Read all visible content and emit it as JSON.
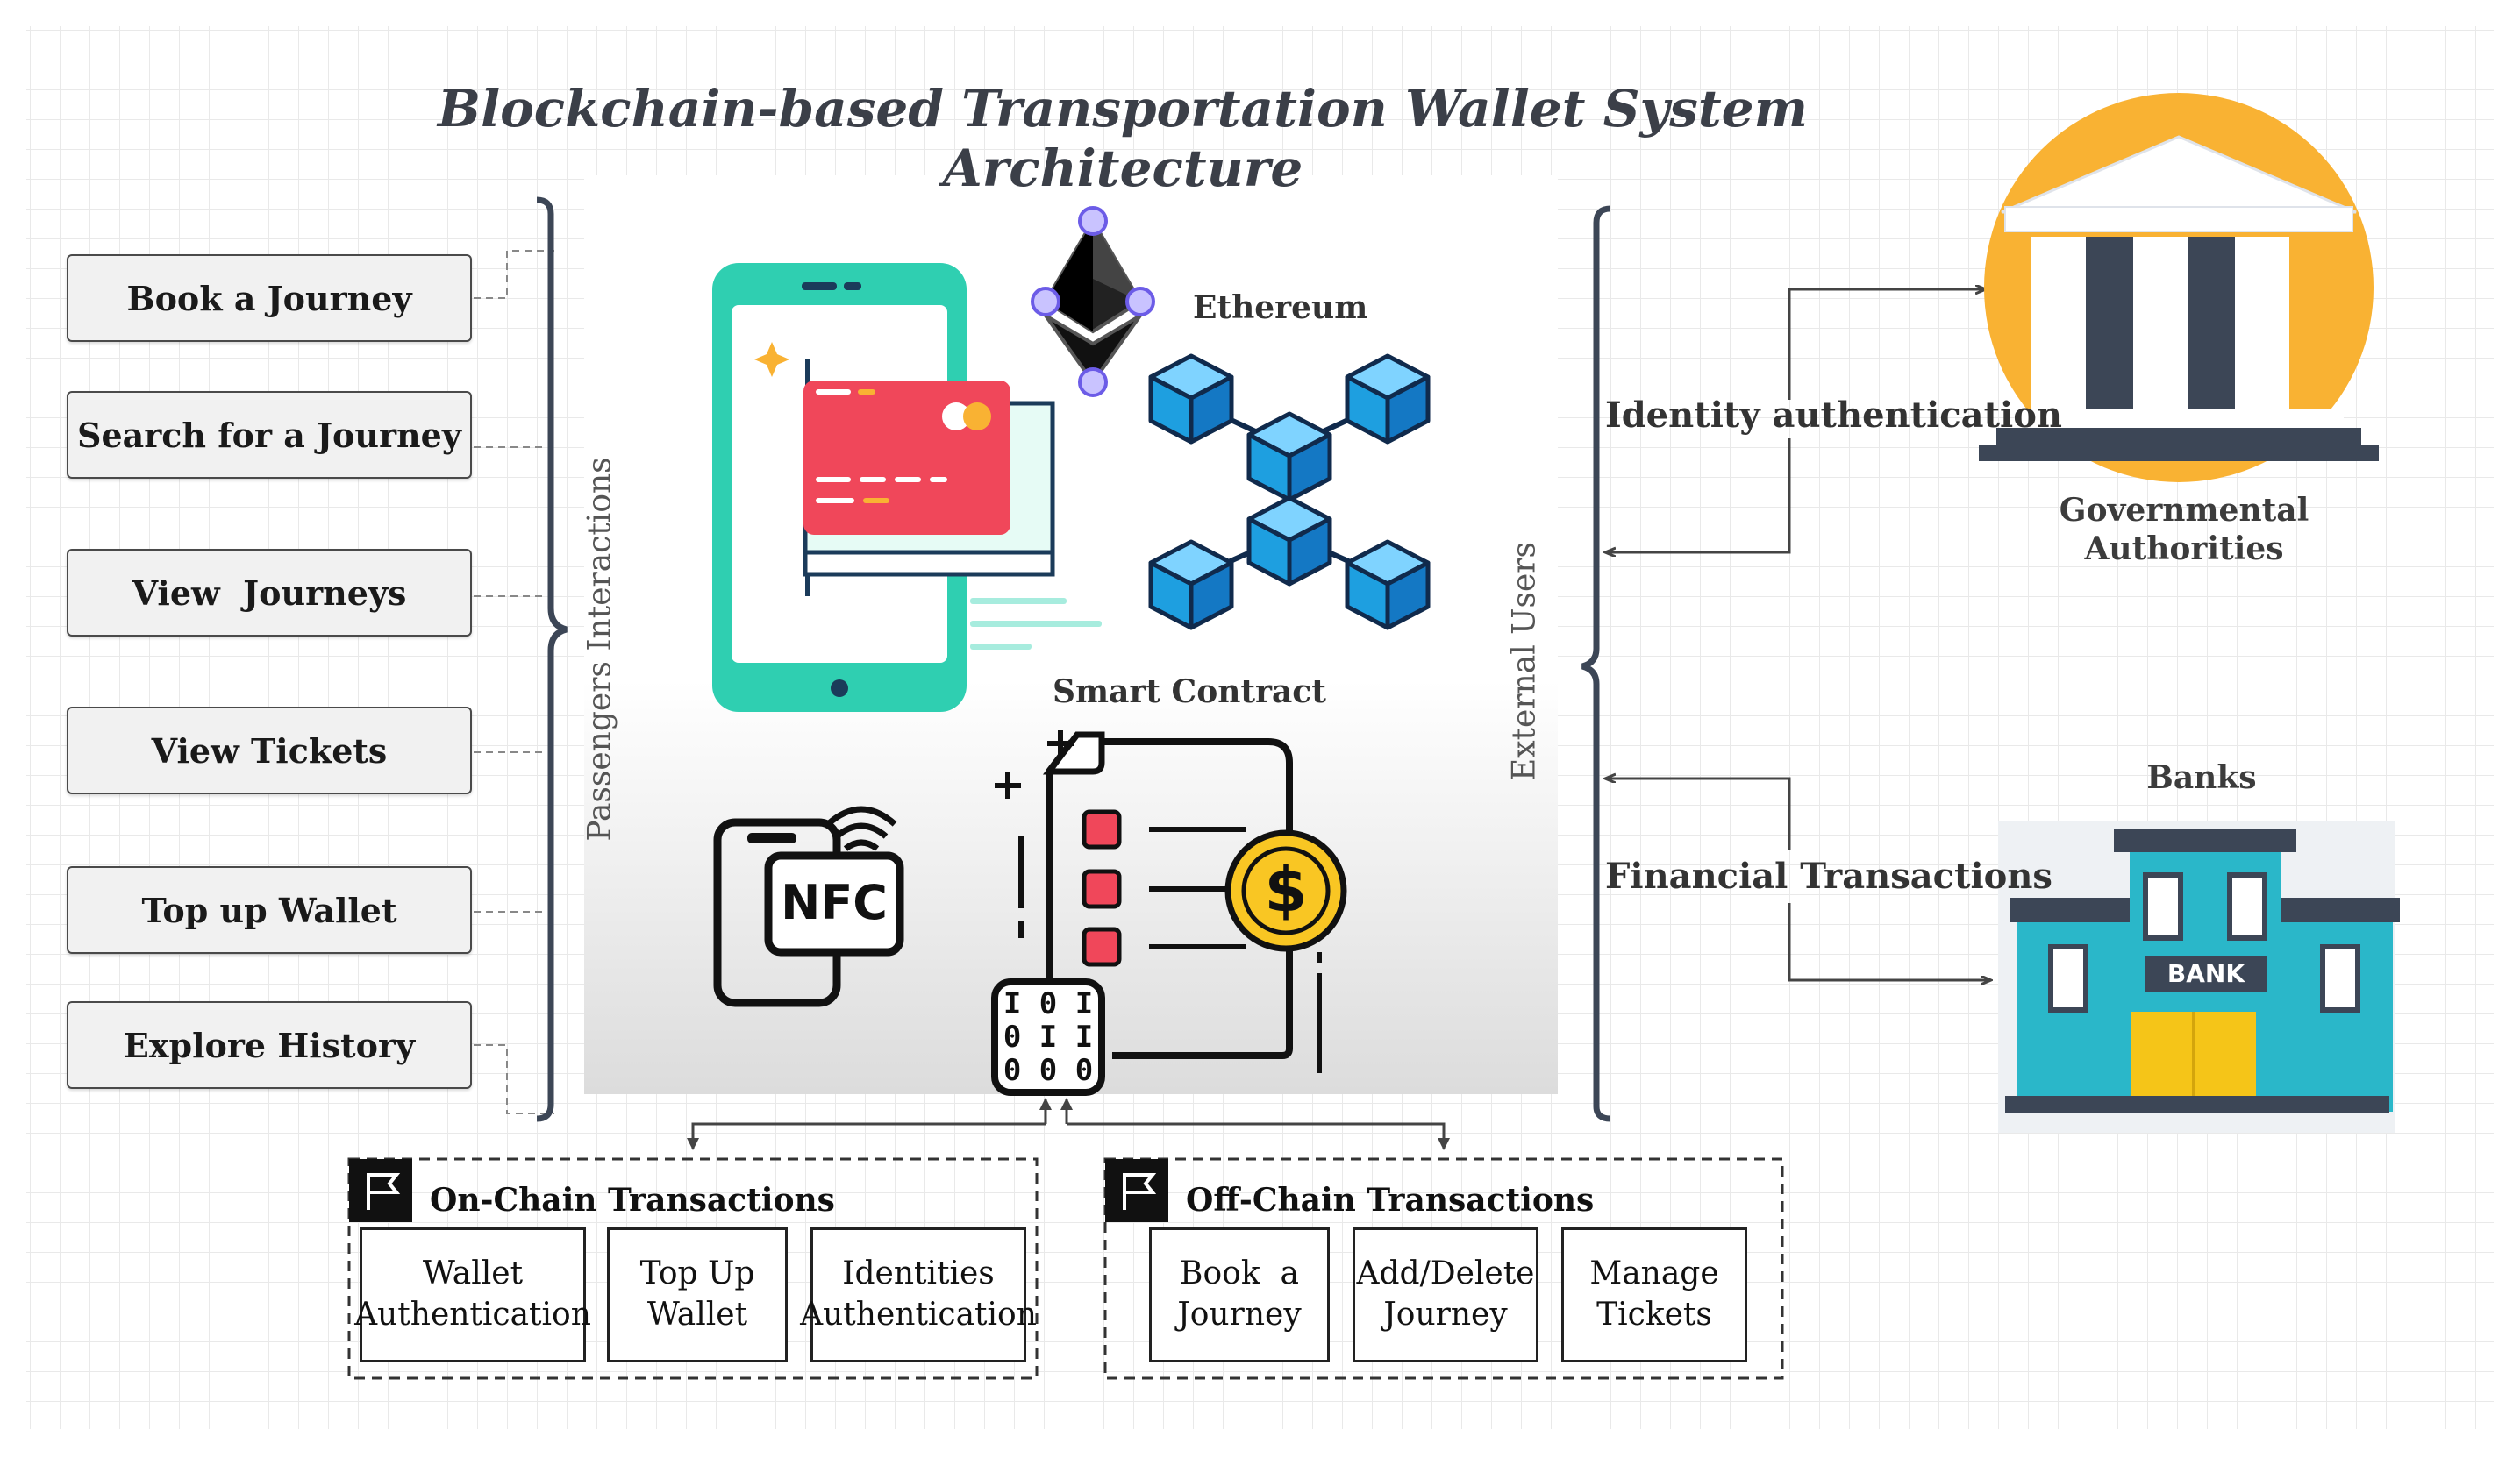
{
  "title": "Blockchain-based Transportation Wallet System Architecture",
  "passenger_actions": [
    "Book a Journey",
    "Search for a Journey",
    "View  Journeys",
    "View Tickets",
    "Top up Wallet",
    "Explore History"
  ],
  "passengers_label": "Passengers Interactions",
  "external_users_label": "External Users",
  "center": {
    "ethereum_label": "Ethereum",
    "smart_contract_label": "Smart Contract",
    "nfc_text": "NFC"
  },
  "identity_label": "Identity authentication",
  "financial_label": "Financial Transactions",
  "government_label_line1": "Governmental",
  "government_label_line2": "Authorities",
  "banks_label": "Banks",
  "bank_sign": "BANK",
  "on_chain": {
    "title": "On-Chain Transactions",
    "items": [
      "Wallet Authentication",
      "Top Up Wallet",
      "Identities Authentication"
    ]
  },
  "off_chain": {
    "title": "Off-Chain Transactions",
    "items": [
      "Book  a Journey",
      "Add/Delete Journey",
      "Manage Tickets"
    ]
  },
  "colors": {
    "phone_teal": "#2fcfb1",
    "card_red": "#f0475a",
    "cube_blue": "#1e9fe0",
    "gold": "#f9b233",
    "slate": "#3c4656",
    "bank_teal": "#2ab7c9",
    "bank_door": "#f5c518"
  }
}
